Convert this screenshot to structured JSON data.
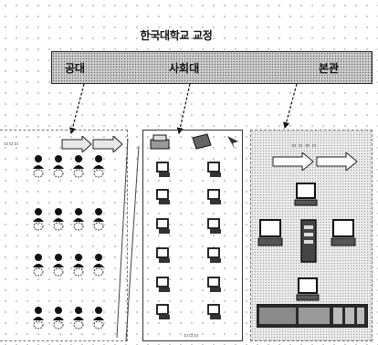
{
  "title": "한국대학교 교정",
  "header": {
    "left_label": "공대",
    "mid_label": "사회대",
    "right_label": "본관"
  },
  "panels": {
    "left": {
      "caption": "ㅁㅁㅁ"
    },
    "mid": {
      "caption": "ㅁㅁㅁ"
    },
    "right": {
      "caption": "ㅁ ㅁ ㅁ ㅁ"
    }
  },
  "icons": {
    "person": "person-icon",
    "computer": "computer-icon",
    "arrow": "block-arrow-icon",
    "server": "server-icon",
    "printer": "printer-icon"
  },
  "colors": {
    "header_fill": "#cfcfcf",
    "panel_right_fill": "#ededed",
    "ink": "#111111"
  }
}
